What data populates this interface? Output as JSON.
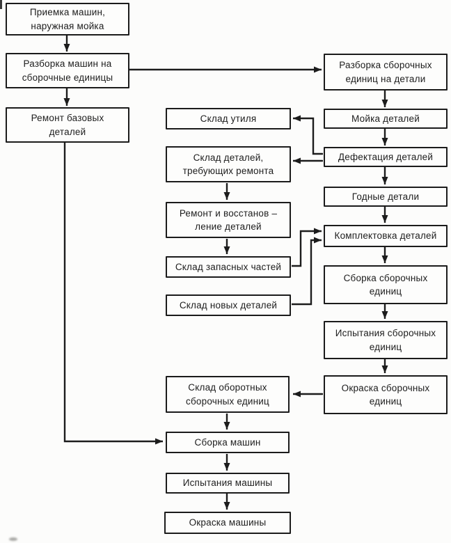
{
  "diagram": {
    "description": "Схема технологического процесса ремонта машин",
    "colors": {
      "background": "#fcfcfb",
      "box_fill": "#fdfdfc",
      "line": "#1c1c1c",
      "text": "#1d1d1d"
    },
    "nodes": {
      "priemka": {
        "label": "Приемка машин,\nнаружная мойка"
      },
      "razborka_mashin": {
        "label": "Разборка машин на\nсборочные единицы"
      },
      "remont_bazovyh": {
        "label": "Ремонт базовых\nдеталей"
      },
      "razborka_edinits": {
        "label": "Разборка сборочных\nединиц на детали"
      },
      "moyka": {
        "label": "Мойка деталей"
      },
      "defektatsiya": {
        "label": "Дефектация деталей"
      },
      "sklad_utilya": {
        "label": "Склад утиля"
      },
      "sklad_remont": {
        "label": "Склад деталей,\nтребующих ремонта"
      },
      "remont_vosstanovlenie": {
        "label": "Ремонт и восстанов –\nление деталей"
      },
      "sklad_zapasnyh": {
        "label": "Склад запасных частей"
      },
      "sklad_novyh": {
        "label": "Склад новых деталей"
      },
      "godnye": {
        "label": "Годные детали"
      },
      "komplektovka": {
        "label": "Комплектовка деталей"
      },
      "sborka_edinits": {
        "label": "Сборка сборочных\nединиц"
      },
      "ispytaniya_edinits": {
        "label": "Испытания сборочных\nединиц"
      },
      "okraska_edinits": {
        "label": "Окраска сборочных\nединиц"
      },
      "sklad_oborotnyh": {
        "label": "Склад оборотных\nсборочных единиц"
      },
      "sborka_mashin": {
        "label": "Сборка машин"
      },
      "ispytaniya_mashiny": {
        "label": "Испытания машины"
      },
      "okraska_mashiny": {
        "label": "Окраска машины"
      }
    },
    "edges": [
      {
        "from": "priemka",
        "to": "razborka_mashin"
      },
      {
        "from": "razborka_mashin",
        "to": "remont_bazovyh"
      },
      {
        "from": "razborka_mashin",
        "to": "razborka_edinits"
      },
      {
        "from": "razborka_edinits",
        "to": "moyka"
      },
      {
        "from": "moyka",
        "to": "defektatsiya"
      },
      {
        "from": "defektatsiya",
        "to": "sklad_utilya"
      },
      {
        "from": "defektatsiya",
        "to": "sklad_remont"
      },
      {
        "from": "defektatsiya",
        "to": "godnye"
      },
      {
        "from": "sklad_remont",
        "to": "remont_vosstanovlenie"
      },
      {
        "from": "remont_vosstanovlenie",
        "to": "sklad_zapasnyh"
      },
      {
        "from": "sklad_zapasnyh",
        "to": "komplektovka"
      },
      {
        "from": "sklad_novyh",
        "to": "komplektovka"
      },
      {
        "from": "godnye",
        "to": "komplektovka"
      },
      {
        "from": "komplektovka",
        "to": "sborka_edinits"
      },
      {
        "from": "sborka_edinits",
        "to": "ispytaniya_edinits"
      },
      {
        "from": "ispytaniya_edinits",
        "to": "okraska_edinits"
      },
      {
        "from": "okraska_edinits",
        "to": "sklad_oborotnyh"
      },
      {
        "from": "sklad_oborotnyh",
        "to": "sborka_mashin"
      },
      {
        "from": "remont_bazovyh",
        "to": "sborka_mashin"
      },
      {
        "from": "sborka_mashin",
        "to": "ispytaniya_mashiny"
      },
      {
        "from": "ispytaniya_mashiny",
        "to": "okraska_mashiny"
      }
    ]
  }
}
